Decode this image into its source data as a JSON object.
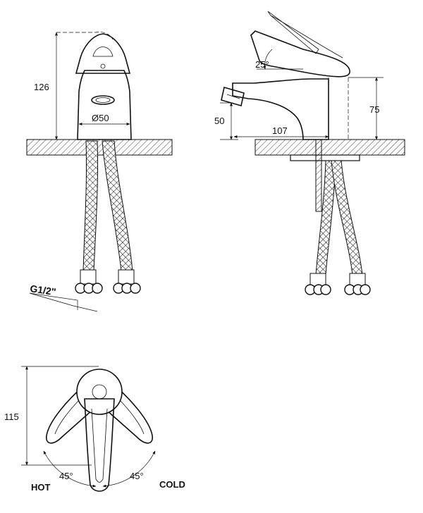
{
  "front_view": {
    "height_label": "126",
    "diameter_label": "Ø50",
    "thread_label": "G1/2\""
  },
  "side_view": {
    "angle_label": "25°",
    "spout_height_label": "50",
    "spout_reach_label": "107",
    "body_height_label": "75"
  },
  "top_view": {
    "depth_label": "115",
    "hot_angle_label": "45°",
    "cold_angle_label": "45°",
    "hot_label": "HOT",
    "cold_label": "COLD"
  }
}
